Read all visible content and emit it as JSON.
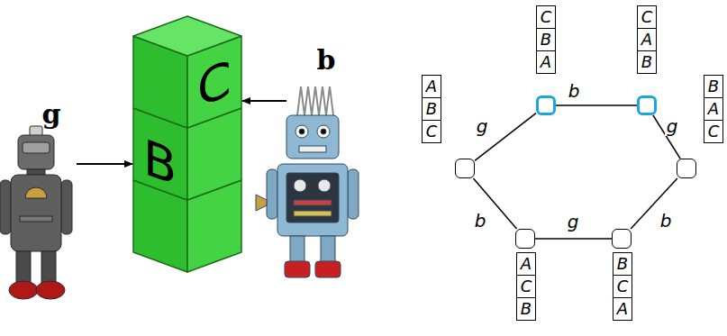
{
  "diagram": {
    "nodes": [
      {
        "text": [
          "C",
          "B",
          "A"
        ]
      },
      {
        "text": [
          "C",
          "A",
          "B"
        ]
      },
      {
        "text": [
          "A",
          "B",
          "C"
        ]
      },
      {
        "text": [
          "B",
          "A",
          "C"
        ]
      },
      {
        "text": [
          "A",
          "C",
          "B"
        ]
      },
      {
        "text": [
          "B",
          "C",
          "A"
        ]
      }
    ],
    "edges": [
      {
        "from": 0,
        "to": 1,
        "label": "b",
        "arrow": "none"
      },
      {
        "from": 0,
        "to": 2,
        "label": "g",
        "arrow": "none"
      },
      {
        "from": 1,
        "to": 3,
        "label": "g",
        "arrow": "none"
      },
      {
        "from": 2,
        "to": 4,
        "label": "b",
        "arrow": "none"
      },
      {
        "from": 4,
        "to": 5,
        "label": "g",
        "arrow": "none"
      },
      {
        "from": 3,
        "to": 5,
        "label": "b",
        "arrow": "none"
      }
    ],
    "labels": [
      "b",
      "C",
      "g",
      "B"
    ]
  }
}
